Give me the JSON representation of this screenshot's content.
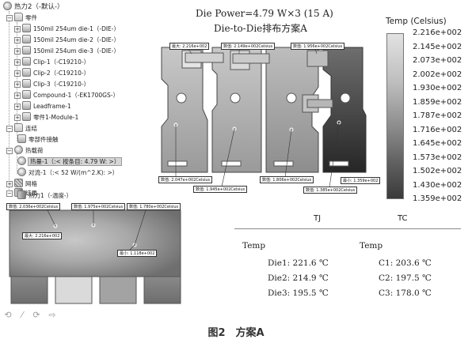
{
  "tree": {
    "root": "热力2（-默认-）",
    "items": [
      {
        "label": "零件",
        "level": 1,
        "icon": "folder-icon"
      },
      {
        "label": "150mil 254um die-1（-DIE-）",
        "level": 2,
        "icon": "part-icon"
      },
      {
        "label": "150mil 254um die-2（-DIE-）",
        "level": 2,
        "icon": "part-icon"
      },
      {
        "label": "150mil 254um die-3（-DIE-）",
        "level": 2,
        "icon": "part-icon"
      },
      {
        "label": "Clip-1（-C19210-）",
        "level": 2,
        "icon": "part-icon"
      },
      {
        "label": "Clip-2（-C19210-）",
        "level": 2,
        "icon": "part-icon"
      },
      {
        "label": "Clip-3（-C19210-）",
        "level": 2,
        "icon": "part-icon"
      },
      {
        "label": "Compound-1（-EK1700GS-）",
        "level": 2,
        "icon": "part-icon"
      },
      {
        "label": "Leadframe-1",
        "level": 2,
        "icon": "part-icon"
      },
      {
        "label": "零件1-Module-1",
        "level": 2,
        "icon": "part-icon"
      },
      {
        "label": "连结",
        "level": 1,
        "icon": "connection-icon"
      },
      {
        "label": "零部件接触",
        "level": 2,
        "icon": "contact-icon"
      },
      {
        "label": "热载荷",
        "level": 1,
        "icon": "heat-load-icon"
      },
      {
        "label": "热量-1（:< 按条目: 4.79 W: >）",
        "level": 2,
        "icon": "heat-power-icon",
        "selected": true
      },
      {
        "label": "对流-1（:< 52 W/(m^2.K): >）",
        "level": 2,
        "icon": "convection-icon"
      },
      {
        "label": "网格",
        "level": 1,
        "icon": "mesh-icon"
      },
      {
        "label": "结果",
        "level": 1,
        "icon": "results-folder-icon"
      },
      {
        "label": "热力1（-温度-）",
        "level": 2,
        "icon": "thermal-result-icon"
      }
    ]
  },
  "top_view": {
    "title1": "Die Power=4.79 W×3 (15 A)",
    "title2": "Die-to-Die排布方案A",
    "labels": [
      "最大: 2.216e+002",
      "数值: 2.149e+002Celsius",
      "数值: 1.956e+002Celsius",
      "数值: 2.047e+002Celsius",
      "数值: 1.945e+002Celsius",
      "数值: 1.806e+002Celsius",
      "数值: 1.385e+002Celsius",
      "最小: 1.359e+002"
    ]
  },
  "colorbar": {
    "title": "Temp (Celsius)",
    "ticks": [
      "2.216e+002",
      "2.145e+002",
      "2.073e+002",
      "2.002e+002",
      "1.930e+002",
      "1.859e+002",
      "1.787e+002",
      "1.716e+002",
      "1.645e+002",
      "1.573e+002",
      "1.502e+002",
      "1.430e+002",
      "1.359e+002"
    ]
  },
  "side_view": {
    "labels": [
      "数值: 2.036e+002Celsius",
      "数值: 1.975e+002Celsius",
      "数值: 1.780e+002Celsius",
      "最大: 2.216e+002",
      "最小: 1.118e+002"
    ]
  },
  "results": {
    "col_tj": "TJ",
    "col_tc": "TC",
    "temp_label_left": "Temp",
    "temp_label_right": "Temp",
    "rows": [
      {
        "die": "Die1: 221.6 ℃",
        "case": "C1: 203.6 ℃"
      },
      {
        "die": "Die2: 214.9 ℃",
        "case": "C2: 197.5 ℃"
      },
      {
        "die": "Die3: 195.5 ℃",
        "case": "C3: 178.0 ℃"
      }
    ]
  },
  "toolbar": {
    "undo": "undo-icon",
    "edit": "pencil-icon",
    "redo": "redo-icon",
    "forward": "forward-icon"
  },
  "caption": "图2　方案A"
}
